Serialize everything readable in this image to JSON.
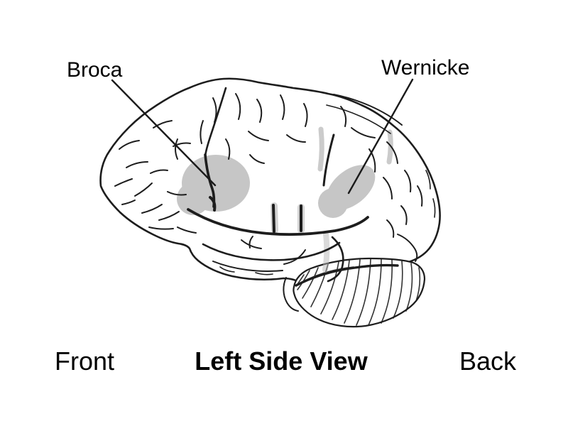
{
  "labels": {
    "broca": "Broca",
    "wernicke": "Wernicke",
    "front": "Front",
    "view_title": "Left Side View",
    "back": "Back"
  },
  "colors": {
    "background": "#ffffff",
    "line": "#1d1d1d",
    "highlight": "#c6c6c6",
    "text": "#000000"
  }
}
